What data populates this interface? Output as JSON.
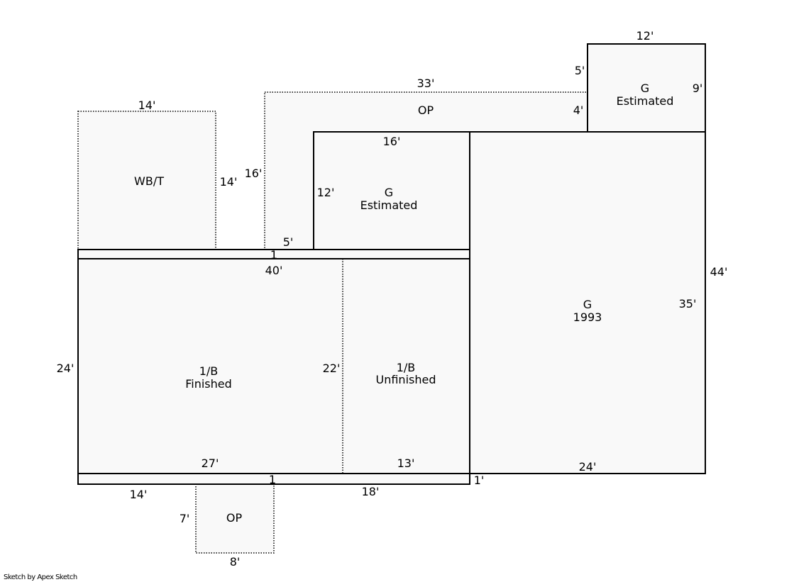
{
  "areas": {
    "wbt": {
      "label": "WB/T",
      "top": "14'",
      "right": "14'"
    },
    "op_top": {
      "label": "OP",
      "top": "33'",
      "left": "16'",
      "bottom_left": "5'",
      "right_upper": "5'",
      "right_lower": "4'"
    },
    "garage_est_top": {
      "line1": "G",
      "line2": "Estimated",
      "top": "12'",
      "right": "9'"
    },
    "garage_est_mid": {
      "line1": "G",
      "line2": "Estimated",
      "top": "16'",
      "left": "12'"
    },
    "strip_top": {
      "label": "1"
    },
    "basement_finished": {
      "line1": "1/B",
      "line2": "Finished",
      "top": "40'",
      "left": "24'",
      "bottom": "27'",
      "divider": "22'"
    },
    "basement_unfinished": {
      "line1": "1/B",
      "line2": "Unfinished",
      "bottom": "13'"
    },
    "garage_1993": {
      "line1": "G",
      "line2": "1993",
      "right_outer": "44'",
      "right_inner": "35'",
      "bottom": "24'"
    },
    "strip_bottom": {
      "label": "1",
      "bottom_left": "14'",
      "bottom_right": "18'",
      "right": "1'"
    },
    "op_bottom": {
      "label": "OP",
      "left": "7'",
      "bottom": "8'"
    }
  },
  "credit": "Sketch by Apex Sketch"
}
